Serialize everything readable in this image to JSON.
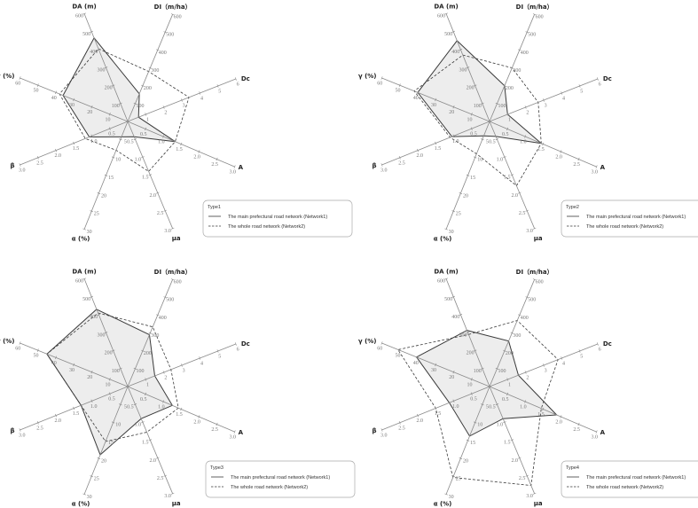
{
  "chart_data": [
    {
      "type": "radar",
      "title": "Type1",
      "axes": [
        {
          "name": "DA (m)",
          "range": [
            0,
            600
          ],
          "ticks": [
            "100",
            "200",
            "300",
            "400",
            "500",
            "600"
          ]
        },
        {
          "name": "DI（m/ha）",
          "range": [
            0,
            600
          ],
          "ticks": [
            "100",
            "200",
            "300",
            "400",
            "500",
            "600"
          ]
        },
        {
          "name": "Dc",
          "range": [
            0,
            6
          ],
          "ticks": [
            "1",
            "2",
            "3",
            "4",
            "5",
            "6"
          ]
        },
        {
          "name": "A",
          "range": [
            0,
            3
          ],
          "ticks": [
            "0.5",
            "1.0",
            "1.5",
            "2.0",
            "2.5",
            "3.0"
          ]
        },
        {
          "name": "μa",
          "range": [
            0,
            3
          ],
          "ticks": [
            "0.5",
            "1.0",
            "1.5",
            "2.0",
            "2.5",
            "3.0"
          ]
        },
        {
          "name": "α (%)",
          "range": [
            0,
            30
          ],
          "ticks": [
            "5",
            "10",
            "15",
            "20",
            "25",
            "30"
          ]
        },
        {
          "name": "β",
          "range": [
            0,
            3
          ],
          "ticks": [
            "0.5",
            "1.0",
            "1.5",
            "2.0",
            "2.5",
            "3.0"
          ]
        },
        {
          "name": "γ (%)",
          "range": [
            0,
            60
          ],
          "ticks": [
            "10",
            "20",
            "30",
            "40",
            "50",
            "60"
          ]
        }
      ],
      "series": [
        {
          "name": "The main prefectural road network (Network1)",
          "style": "solid",
          "values": [
            465,
            155,
            0.6,
            1.33,
            0.43,
            4.3,
            1.07,
            36
          ]
        },
        {
          "name": "The whole road network (Network2)",
          "style": "dashed",
          "values": [
            405,
            280,
            3.4,
            1.33,
            1.4,
            8,
            1.18,
            38
          ]
        }
      ],
      "legend": "bottom-right"
    },
    {
      "type": "radar",
      "title": "Type2",
      "axes": [
        {
          "name": "DA (m)",
          "range": [
            0,
            600
          ],
          "ticks": [
            "100",
            "200",
            "300",
            "400",
            "500",
            "600"
          ]
        },
        {
          "name": "DI（m/ha）",
          "range": [
            0,
            600
          ],
          "ticks": [
            "100",
            "200",
            "300",
            "400",
            "500",
            "600"
          ]
        },
        {
          "name": "Dc",
          "range": [
            0,
            6
          ],
          "ticks": [
            "1",
            "2",
            "3",
            "4",
            "5",
            "6"
          ]
        },
        {
          "name": "A",
          "range": [
            0,
            3
          ],
          "ticks": [
            "0.5",
            "1.0",
            "1.5",
            "2.0",
            "2.5",
            "3.0"
          ]
        },
        {
          "name": "μa",
          "range": [
            0,
            3
          ],
          "ticks": [
            "0.5",
            "1.0",
            "1.5",
            "2.0",
            "2.5",
            "3.0"
          ]
        },
        {
          "name": "α (%)",
          "range": [
            0,
            30
          ],
          "ticks": [
            "5",
            "10",
            "15",
            "20",
            "25",
            "30"
          ]
        },
        {
          "name": "β",
          "range": [
            0,
            3
          ],
          "ticks": [
            "0.5",
            "1.0",
            "1.5",
            "2.0",
            "2.5",
            "3.0"
          ]
        },
        {
          "name": "γ (%)",
          "range": [
            0,
            60
          ],
          "ticks": [
            "10",
            "20",
            "30",
            "40",
            "50",
            "60"
          ]
        }
      ],
      "series": [
        {
          "name": "The main prefectural road network (Network1)",
          "style": "solid",
          "values": [
            450,
            200,
            1.0,
            1.45,
            0.42,
            4,
            1.05,
            40
          ]
        },
        {
          "name": "The whole road network (Network2)",
          "style": "dashed",
          "values": [
            370,
            300,
            2.7,
            1.45,
            1.8,
            9,
            1.1,
            42
          ]
        }
      ],
      "legend": "bottom-right"
    },
    {
      "type": "radar",
      "title": "Type3",
      "axes": [
        {
          "name": "DA (m)",
          "range": [
            0,
            600
          ],
          "ticks": [
            "100",
            "200",
            "300",
            "400",
            "500",
            "600"
          ]
        },
        {
          "name": "DI（m/ha）",
          "range": [
            0,
            600
          ],
          "ticks": [
            "100",
            "200",
            "300",
            "400",
            "500",
            "600"
          ]
        },
        {
          "name": "Dc",
          "range": [
            0,
            6
          ],
          "ticks": [
            "1",
            "2",
            "3",
            "4",
            "5",
            "6"
          ]
        },
        {
          "name": "A",
          "range": [
            0,
            3
          ],
          "ticks": [
            "0.5",
            "1.0",
            "1.5",
            "2.0",
            "2.5",
            "3.0"
          ]
        },
        {
          "name": "μa",
          "range": [
            0,
            3
          ],
          "ticks": [
            "0.5",
            "1.0",
            "1.5",
            "2.0",
            "2.5",
            "3.0"
          ]
        },
        {
          "name": "α (%)",
          "range": [
            0,
            30
          ],
          "ticks": [
            "5",
            "10",
            "15",
            "20",
            "25",
            "30"
          ]
        },
        {
          "name": "β",
          "range": [
            0,
            3
          ],
          "ticks": [
            "0.5",
            "1.0",
            "1.5",
            "2.0",
            "2.5",
            "3.0"
          ]
        },
        {
          "name": "γ (%)",
          "range": [
            0,
            60
          ],
          "ticks": [
            "10",
            "20",
            "30",
            "40",
            "50",
            "60"
          ]
        }
      ],
      "series": [
        {
          "name": "The main prefectural road network (Network1)",
          "style": "solid",
          "values": [
            430,
            290,
            1.5,
            1.25,
            0.9,
            19,
            1.3,
            45
          ]
        },
        {
          "name": "The whole road network (Network2)",
          "style": "dashed",
          "values": [
            410,
            334,
            2.4,
            1.42,
            1.28,
            15.3,
            1.3,
            45
          ]
        }
      ],
      "legend": "bottom-right"
    },
    {
      "type": "radar",
      "title": "Type4",
      "axes": [
        {
          "name": "DA (m)",
          "range": [
            0,
            600
          ],
          "ticks": [
            "100",
            "200",
            "300",
            "400",
            "500",
            "600"
          ]
        },
        {
          "name": "DI（m/ha）",
          "range": [
            0,
            600
          ],
          "ticks": [
            "100",
            "200",
            "300",
            "400",
            "500",
            "600"
          ]
        },
        {
          "name": "Dc",
          "range": [
            0,
            6
          ],
          "ticks": [
            "1",
            "2",
            "3",
            "4",
            "5",
            "6"
          ]
        },
        {
          "name": "A",
          "range": [
            0,
            3
          ],
          "ticks": [
            "0.5",
            "1.0",
            "1.5",
            "2.0",
            "2.5",
            "3.0"
          ]
        },
        {
          "name": "μa",
          "range": [
            0,
            3
          ],
          "ticks": [
            "0.5",
            "1.0",
            "1.5",
            "2.0",
            "2.5",
            "3.0"
          ]
        },
        {
          "name": "α (%)",
          "range": [
            0,
            30
          ],
          "ticks": [
            "5",
            "10",
            "15",
            "20",
            "25",
            "30"
          ]
        },
        {
          "name": "β",
          "range": [
            0,
            3
          ],
          "ticks": [
            "0.5",
            "1.0",
            "1.5",
            "2.0",
            "2.5",
            "3.0"
          ]
        },
        {
          "name": "γ (%)",
          "range": [
            0,
            60
          ],
          "ticks": [
            "10",
            "20",
            "30",
            "40",
            "50",
            "60"
          ]
        }
      ],
      "series": [
        {
          "name": "The main prefectural road network (Network1)",
          "style": "solid",
          "values": [
            313,
            255,
            1.6,
            1.88,
            0.9,
            13.8,
            1.12,
            40.7
          ]
        },
        {
          "name": "The whole road network (Network2)",
          "style": "dashed",
          "values": [
            290,
            370,
            3.8,
            1.45,
            2.77,
            25.3,
            1.5,
            51
          ]
        }
      ],
      "legend": "bottom-right"
    }
  ],
  "colors": {
    "network1_fill": "#e6e6e6",
    "line": "#3a3a3a",
    "axis": "#8a8a8a"
  }
}
